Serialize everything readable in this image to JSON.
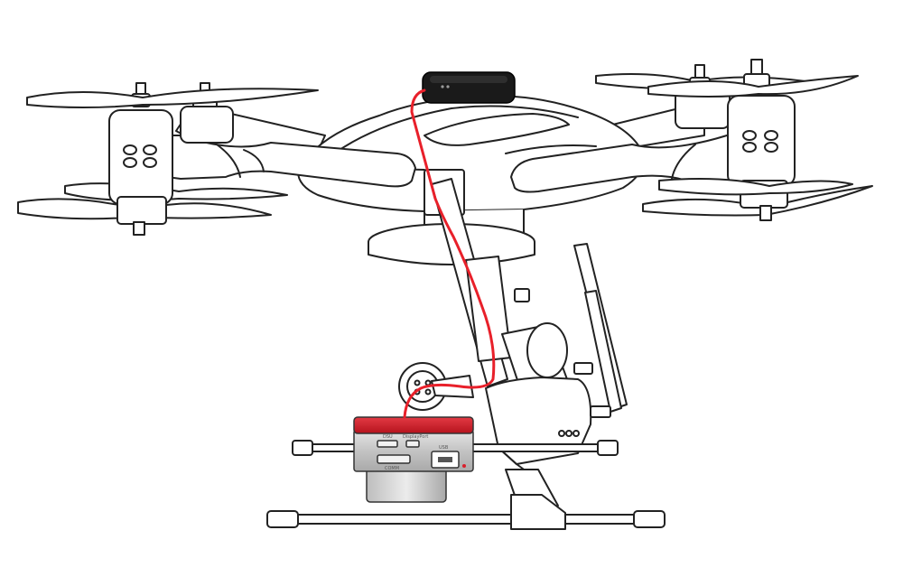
{
  "diagram": {
    "colors": {
      "background": "#ffffff",
      "line": "#222222",
      "cable": "#e8202a",
      "gps_module": "#1a1a1a",
      "camera_red": "#d91f2b",
      "camera_silver": "#c9c9c9"
    },
    "camera_unit": {
      "ports": [
        {
          "label": "DSU"
        },
        {
          "label": "DisplayPort"
        },
        {
          "label": "USB"
        },
        {
          "label": "COMM"
        }
      ]
    }
  }
}
